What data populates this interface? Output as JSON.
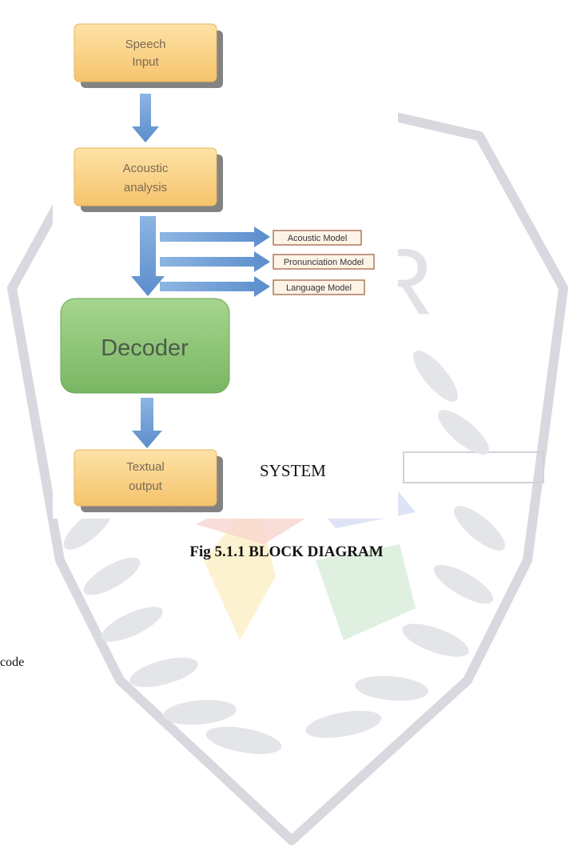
{
  "diagram": {
    "boxes": {
      "speech_input": [
        "Speech",
        "Input"
      ],
      "acoustic_analysis": [
        "Acoustic",
        "analysis"
      ],
      "decoder": "Decoder",
      "textual_output": [
        "Textual",
        "output"
      ]
    },
    "models": [
      "Acoustic Model",
      "Pronunciation Model",
      "Language Model"
    ]
  },
  "system_label": "SYSTEM",
  "caption": "Fig 5.1.1 BLOCK DIAGRAM",
  "cut_text": "code",
  "colors": {
    "orange_box": "#fbd38a",
    "green_box": "#8fc57c",
    "arrow_blue": "#6f9fd7",
    "watermark": "#c9ccd3"
  }
}
